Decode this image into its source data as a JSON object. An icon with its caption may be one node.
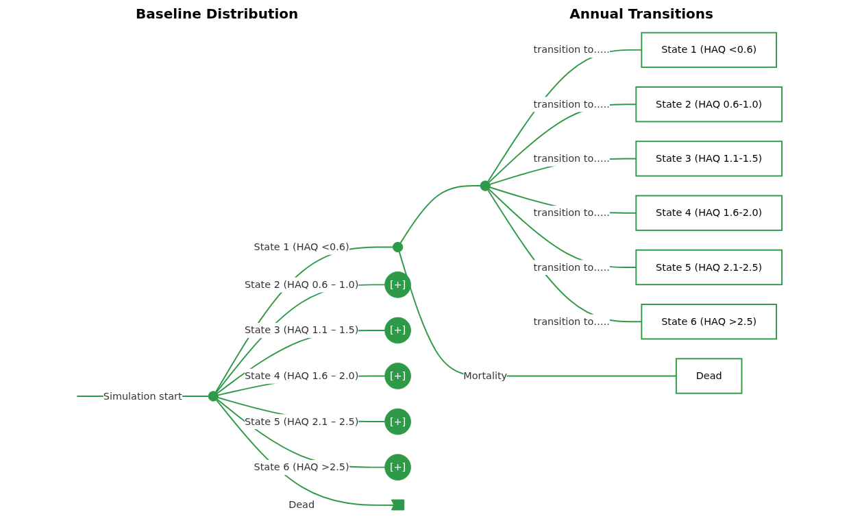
{
  "diagram": {
    "nodes": [
      {
        "text": [],
        "shape": "circle"
      },
      {
        "text": [],
        "shape": "circle"
      },
      {
        "text": [],
        "shape": "circle"
      },
      {
        "text": [
          "State 1 (HAQ <0.6)"
        ]
      },
      {
        "text": [
          "State 2 (HAQ 0.6-1.0)"
        ]
      },
      {
        "text": [
          "State 3 (HAQ 1.1-1.5)"
        ]
      },
      {
        "text": [
          "State 4 (HAQ 1.6-2.0)"
        ]
      },
      {
        "text": [
          "State 5 (HAQ 2.1-2.5)"
        ]
      },
      {
        "text": [
          "State 6 (HAQ >2.5)"
        ]
      },
      {
        "text": [
          "Dead"
        ]
      },
      {
        "text": [
          "[+]"
        ]
      },
      {
        "text": [
          "[+]"
        ]
      },
      {
        "text": [
          "[+]"
        ]
      },
      {
        "text": [
          "[+]"
        ]
      },
      {
        "text": [
          "[+]"
        ]
      },
      {
        "text": [],
        "shape": "triangle"
      }
    ],
    "edges": [
      {
        "from": null,
        "to": 0,
        "arrow": "none",
        "label": "Simulation start"
      },
      {
        "from": 0,
        "to": 1,
        "arrow": "none",
        "label": "State 1 (HAQ <0.6)"
      },
      {
        "from": 1,
        "to": 2,
        "arrow": "none"
      },
      {
        "from": 2,
        "to": 3,
        "arrow": "none",
        "label": "transition to….."
      },
      {
        "from": 2,
        "to": 4,
        "arrow": "none",
        "label": "transition to….."
      },
      {
        "from": 2,
        "to": 5,
        "arrow": "none",
        "label": "transition to….."
      },
      {
        "from": 2,
        "to": 6,
        "arrow": "none",
        "label": "transition to….."
      },
      {
        "from": 2,
        "to": 7,
        "arrow": "none",
        "label": "transition to….."
      },
      {
        "from": 2,
        "to": 8,
        "arrow": "none",
        "label": "transition to….."
      },
      {
        "from": 1,
        "to": 9,
        "arrow": "none",
        "label": "Mortality"
      },
      {
        "from": 0,
        "to": 10,
        "arrow": "none",
        "label": "State 2 (HAQ 0.6 – 1.0)"
      },
      {
        "from": 0,
        "to": 11,
        "arrow": "none",
        "label": "State 3 (HAQ 1.1 – 1.5)"
      },
      {
        "from": 0,
        "to": 12,
        "arrow": "none",
        "label": "State 4 (HAQ 1.6 – 2.0)"
      },
      {
        "from": 0,
        "to": 13,
        "arrow": "none",
        "label": "State 5 (HAQ 2.1 – 2.5)"
      },
      {
        "from": 0,
        "to": 14,
        "arrow": "none",
        "label": "State 6 (HAQ >2.5)"
      },
      {
        "from": 0,
        "to": 15,
        "arrow": "none",
        "label": "Dead"
      }
    ],
    "labels": [
      "Baseline Distribution",
      "Annual Transitions"
    ]
  }
}
